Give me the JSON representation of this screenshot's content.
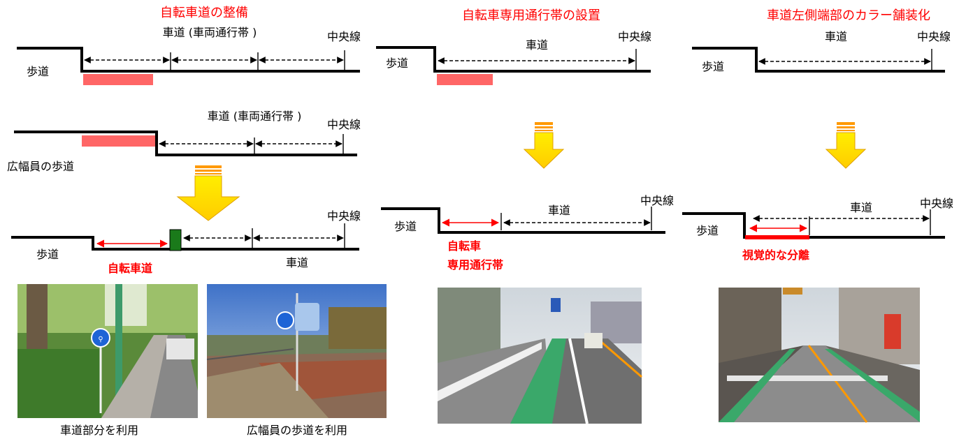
{
  "titles": {
    "col1": "自転車道の整備",
    "col2": "自転車専用通行帯の設置",
    "col3": "車道左側端部のカラー舗装化"
  },
  "labels": {
    "sidewalk": "歩道",
    "wide_sidewalk": "広幅員の歩道",
    "roadway": "車道",
    "roadway_lane": "車道 (車両通行帯 )",
    "center_line": "中央線",
    "bicycle_path": "自転車道",
    "bike_lane_line1": "自転車",
    "bike_lane_line2": "専用通行帯",
    "visual_separation": "視覚的な分離"
  },
  "photos": {
    "photo1_caption": "車道部分を利用",
    "photo2_caption": "広幅員の歩道を利用"
  },
  "colors": {
    "title_red": "#ff0000",
    "pink_band": "#ff6666",
    "arrow_yellow": "#ffee00",
    "arrow_orange": "#ff9900",
    "separator_green": "#1a7a1a"
  }
}
